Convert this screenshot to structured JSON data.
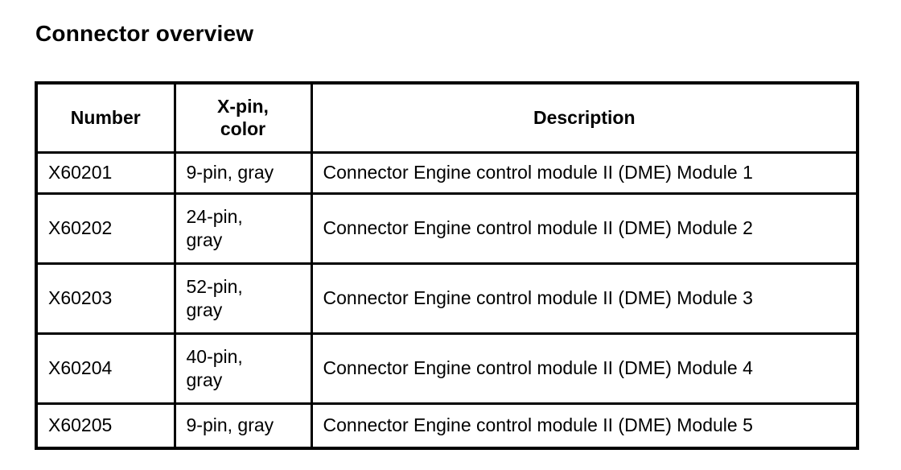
{
  "page": {
    "title": "Connector overview"
  },
  "table": {
    "headers": {
      "number": "Number",
      "pin_color": "X-pin,\ncolor",
      "description": "Description"
    },
    "rows": [
      {
        "number": "X60201",
        "pin_color": "9-pin, gray",
        "description": "Connector Engine control module II (DME) Module 1"
      },
      {
        "number": "X60202",
        "pin_color": "24-pin,\ngray",
        "description": "Connector Engine control module II (DME) Module 2"
      },
      {
        "number": "X60203",
        "pin_color": "52-pin,\ngray",
        "description": "Connector Engine control module II (DME) Module 3"
      },
      {
        "number": "X60204",
        "pin_color": "40-pin,\ngray",
        "description": "Connector Engine control module II (DME) Module 4"
      },
      {
        "number": "X60205",
        "pin_color": "9-pin, gray",
        "description": "Connector Engine control module II (DME) Module 5"
      }
    ]
  },
  "colors": {
    "text": "#000000",
    "border": "#000000",
    "background": "#ffffff"
  }
}
